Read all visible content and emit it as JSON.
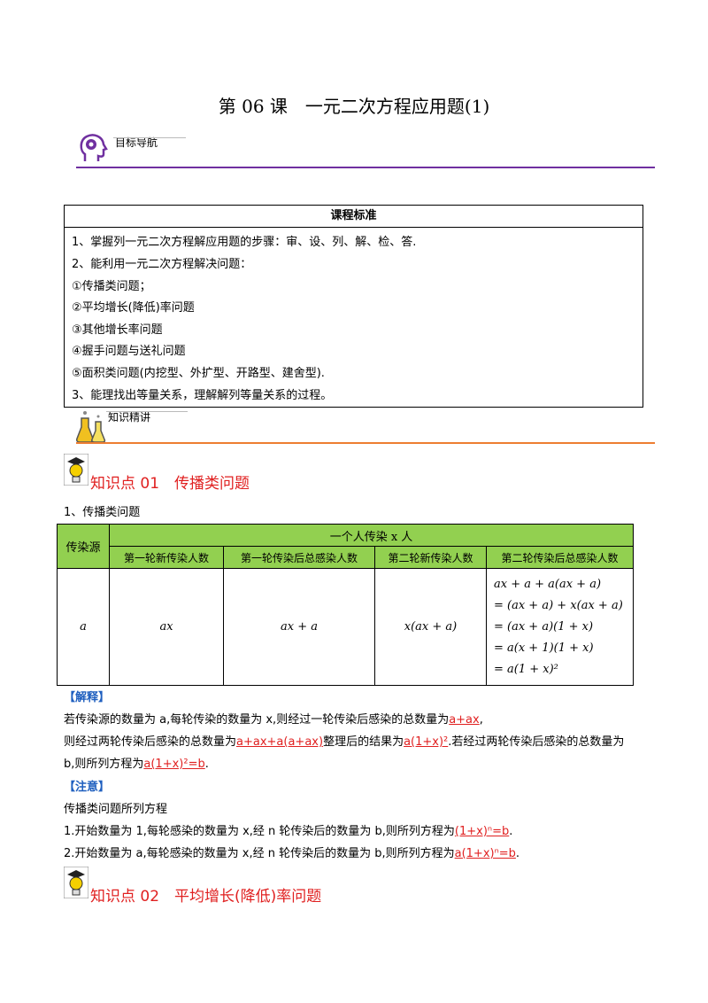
{
  "title": "第 06 课　一元二次方程应用题(1)",
  "nav": {
    "goal_label": "目标导航",
    "knowledge_label": "知识精讲"
  },
  "standards": {
    "heading": "课程标准",
    "items": [
      "1、掌握列一元二次方程解应用题的步骤：审、设、列、解、检、答.",
      "2、能利用一元二次方程解决问题：",
      "①传播类问题；",
      "②平均增长(降低)率问题",
      "③其他增长率问题",
      "④握手问题与送礼问题",
      "⑤面积类问题(内挖型、外扩型、开路型、建舍型).",
      "3、能理找出等量关系，理解解列等量关系的过程。"
    ]
  },
  "kp1": {
    "title": "知识点 01　传播类问题",
    "sub": "1、传播类问题",
    "table": {
      "source_header": "传染源",
      "group_header": "一个人传染 x 人",
      "col_headers": [
        "第一轮新传染人数",
        "第一轮传染后总感染人数",
        "第二轮新传染人数",
        "第二轮传染后总感染人数"
      ],
      "row": [
        "a",
        "ax",
        "ax + a",
        "x(ax + a)"
      ],
      "derivation": [
        "ax + a + a(ax + a)",
        "= (ax + a) + x(ax + a)",
        "= (ax + a)(1 + x)",
        "= a(x + 1)(1 + x)",
        "= a(1 + x)²"
      ]
    },
    "explain_label": "【解释】",
    "explain_line1_a": "若传染源的数量为 a,每轮传染的数量为 x,则经过一轮传染后感染的总数量为",
    "explain_line1_ans": "a+ax",
    "explain_line1_end": ",",
    "explain_line2_a": "则经过两轮传染后感染的总数量为",
    "explain_line2_ans1": "a+ax+a(a+ax)",
    "explain_line2_b": "整理后的结果为",
    "explain_line2_ans2": "a(1+x)²",
    "explain_line2_c": ".若经过两轮传染后感染的总数量为",
    "explain_line3_a": "b,则所列方程为",
    "explain_line3_ans": "a(1+x)²=b",
    "explain_line3_end": ".",
    "note_label": "【注意】",
    "note_line0": "传播类问题所列方程",
    "note_line1_a": "1.开始数量为 1,每轮感染的数量为 x,经 n 轮传染后的数量为 b,则所列方程为",
    "note_line1_ans": "(1+x)ⁿ=b",
    "note_line1_end": ".",
    "note_line2_a": "2.开始数量为 a,每轮感染的数量为 x,经 n 轮传染后的数量为 b,则所列方程为",
    "note_line2_ans": "a(1+x)ⁿ=b",
    "note_line2_end": "."
  },
  "kp2": {
    "title": "知识点 02　平均增长(降低)率问题"
  },
  "colors": {
    "purple": "#7030a0",
    "orange": "#ed7d31",
    "red": "#e02020",
    "green": "#92d050"
  }
}
